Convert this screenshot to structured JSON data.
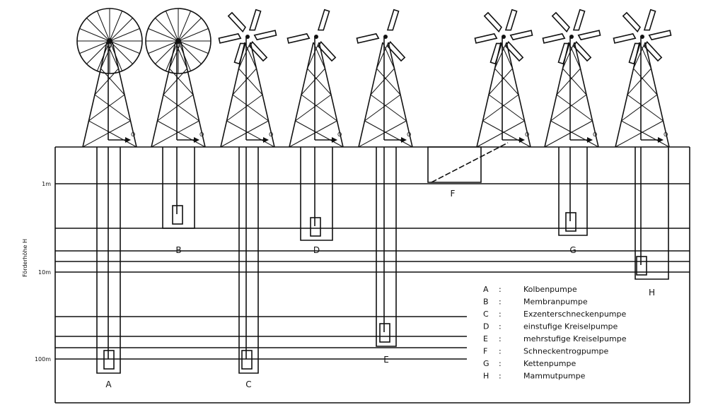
{
  "axis": {
    "title": "Förderhöhe H",
    "ticks": [
      "1m",
      "10m",
      "100m"
    ]
  },
  "flow_label": "Q",
  "pumps": [
    {
      "letter": "A",
      "name": "Kolbenpumpe",
      "rotor": "wheel"
    },
    {
      "letter": "B",
      "name": "Membranpumpe",
      "rotor": "wheel"
    },
    {
      "letter": "C",
      "name": "Exzenterschneckenpumpe",
      "rotor": "multi"
    },
    {
      "letter": "D",
      "name": "einstufige Kreiselpumpe",
      "rotor": "three"
    },
    {
      "letter": "E",
      "name": "mehrstufige Kreiselpumpe",
      "rotor": "three"
    },
    {
      "letter": "F",
      "name": "Schneckentrogpumpe",
      "rotor": "multi"
    },
    {
      "letter": "G",
      "name": "Kettenpumpe",
      "rotor": "multi"
    },
    {
      "letter": "H",
      "name": "Mammutpumpe",
      "rotor": "multi"
    }
  ],
  "legend_separator": ":"
}
